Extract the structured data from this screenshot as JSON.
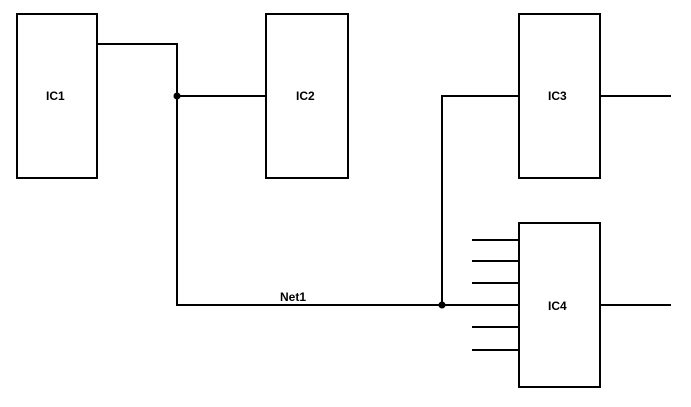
{
  "components": [
    {
      "id": "ic1",
      "label": "IC1"
    },
    {
      "id": "ic2",
      "label": "IC2"
    },
    {
      "id": "ic3",
      "label": "IC3"
    },
    {
      "id": "ic4",
      "label": "IC4"
    }
  ],
  "nets": [
    {
      "id": "net1",
      "label": "Net1"
    }
  ],
  "colors": {
    "line": "#000000",
    "fill": "#ffffff",
    "background": "#ffffff"
  }
}
